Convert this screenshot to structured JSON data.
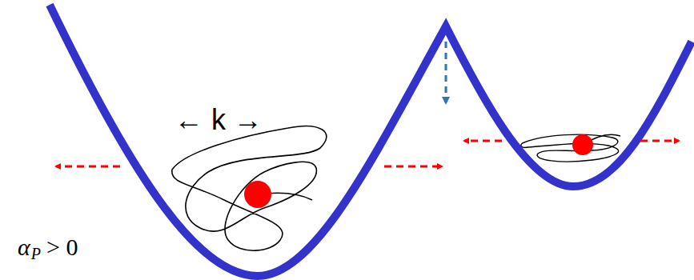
{
  "diagram": {
    "labels": [
      "← k →",
      "α",
      "P",
      "> 0"
    ]
  }
}
